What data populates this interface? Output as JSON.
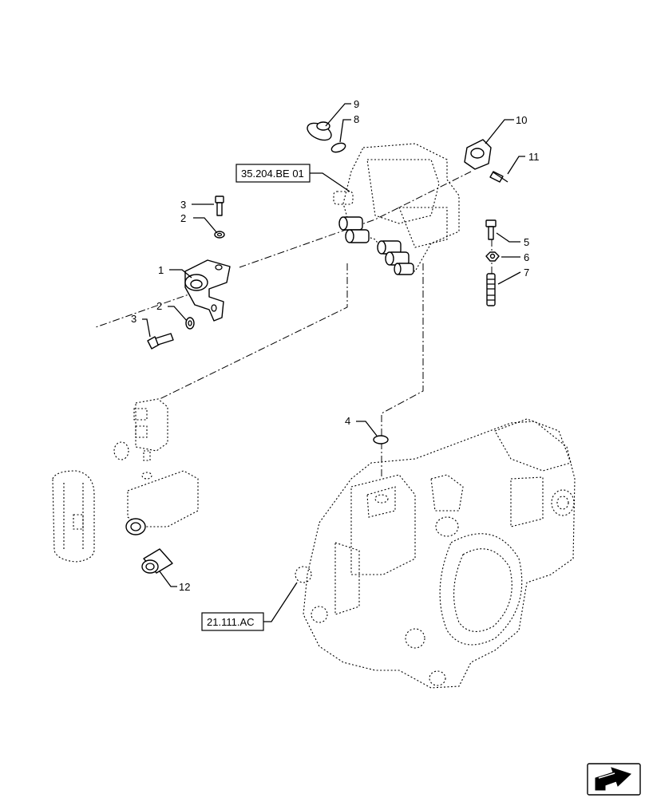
{
  "callouts": {
    "c1": "1",
    "c2a": "2",
    "c2b": "2",
    "c3a": "3",
    "c3b": "3",
    "c4": "4",
    "c5": "5",
    "c6": "6",
    "c7": "7",
    "c8": "8",
    "c9": "9",
    "c10": "10",
    "c11": "11",
    "c12": "12"
  },
  "references": {
    "valve_ref": "35.204.BE 01",
    "housing_ref": "21.111.AC"
  },
  "icons": {
    "corner": "next-page-arrow-icon"
  }
}
